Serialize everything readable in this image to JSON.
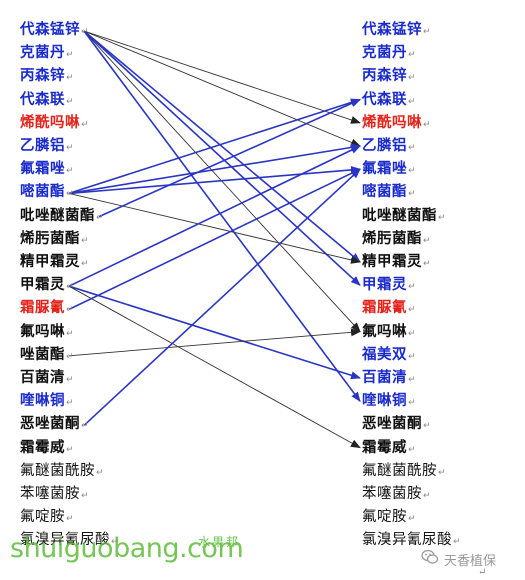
{
  "colors": {
    "blue": "#1a2bcc",
    "red": "#e4241b",
    "black": "#111111",
    "arrow_blue": "#2a35c4",
    "arrow_black": "#333333"
  },
  "left_column": [
    {
      "label": "代森锰锌",
      "color": "blue"
    },
    {
      "label": "克菌丹",
      "color": "blue"
    },
    {
      "label": "丙森锌",
      "color": "blue"
    },
    {
      "label": "代森联",
      "color": "blue"
    },
    {
      "label": "烯酰吗啉",
      "color": "red"
    },
    {
      "label": "乙膦铝",
      "color": "blue"
    },
    {
      "label": "氟霜唑",
      "color": "blue"
    },
    {
      "label": "嘧菌酯",
      "color": "blue"
    },
    {
      "label": "吡唑醚菌酯",
      "color": "black"
    },
    {
      "label": "烯肟菌酯",
      "color": "black"
    },
    {
      "label": "精甲霜灵",
      "color": "black"
    },
    {
      "label": "甲霜灵",
      "color": "black"
    },
    {
      "label": "霜脲氰",
      "color": "red"
    },
    {
      "label": "氟吗啉",
      "color": "black"
    },
    {
      "label": "唑菌酯",
      "color": "black"
    },
    {
      "label": "百菌清",
      "color": "black"
    },
    {
      "label": "喹啉铜",
      "color": "blue"
    },
    {
      "label": "恶唑菌酮",
      "color": "black"
    },
    {
      "label": "霜霉威",
      "color": "black"
    },
    {
      "label": "氟醚菌酰胺",
      "color": "black"
    },
    {
      "label": "苯噻菌胺",
      "color": "black"
    },
    {
      "label": "氟啶胺",
      "color": "black"
    },
    {
      "label": "氯溴异氰尿酸",
      "color": "black"
    }
  ],
  "right_column": [
    {
      "label": "代森锰锌",
      "color": "blue"
    },
    {
      "label": "克菌丹",
      "color": "blue"
    },
    {
      "label": "丙森锌",
      "color": "blue"
    },
    {
      "label": "代森联",
      "color": "blue"
    },
    {
      "label": "烯酰吗啉",
      "color": "red"
    },
    {
      "label": "乙膦铝",
      "color": "blue"
    },
    {
      "label": "氟霜唑",
      "color": "blue"
    },
    {
      "label": "嘧菌酯",
      "color": "blue"
    },
    {
      "label": "吡唑醚菌酯",
      "color": "black"
    },
    {
      "label": "烯肟菌酯",
      "color": "black"
    },
    {
      "label": "精甲霜灵",
      "color": "black"
    },
    {
      "label": "甲霜灵",
      "color": "blue"
    },
    {
      "label": "霜脲氰",
      "color": "red"
    },
    {
      "label": "氟吗啉",
      "color": "black"
    },
    {
      "label": "福美双",
      "color": "blue"
    },
    {
      "label": "百菌清",
      "color": "blue"
    },
    {
      "label": "喹啉铜",
      "color": "blue"
    },
    {
      "label": "恶唑菌酮",
      "color": "black"
    },
    {
      "label": "霜霉威",
      "color": "black"
    },
    {
      "label": "氟醚菌酰胺",
      "color": "black"
    },
    {
      "label": "苯噻菌胺",
      "color": "black"
    },
    {
      "label": "氟啶胺",
      "color": "black"
    },
    {
      "label": "氯溴异氰尿酸",
      "color": "black"
    }
  ],
  "links": [
    {
      "from": 0,
      "to": 5,
      "color": "arrow_black"
    },
    {
      "from": 0,
      "to": 10,
      "color": "arrow_blue"
    },
    {
      "from": 0,
      "to": 11,
      "color": "arrow_blue"
    },
    {
      "from": 0,
      "to": 13,
      "color": "arrow_black"
    },
    {
      "from": 0,
      "to": 16,
      "color": "arrow_blue"
    },
    {
      "from": 0,
      "to": 4,
      "color": "arrow_black"
    },
    {
      "from": 7,
      "to": 3,
      "color": "arrow_blue"
    },
    {
      "from": 7,
      "to": 5,
      "color": "arrow_blue"
    },
    {
      "from": 7,
      "to": 6,
      "color": "arrow_blue"
    },
    {
      "from": 7,
      "to": 10,
      "color": "arrow_black"
    },
    {
      "from": 8,
      "to": 3,
      "color": "arrow_blue"
    },
    {
      "from": 11,
      "to": 5,
      "color": "arrow_blue"
    },
    {
      "from": 11,
      "to": 15,
      "color": "arrow_blue"
    },
    {
      "from": 11,
      "to": 18,
      "color": "arrow_black"
    },
    {
      "from": 12,
      "to": 6,
      "color": "arrow_blue"
    },
    {
      "from": 14,
      "to": 13,
      "color": "arrow_black"
    },
    {
      "from": 17,
      "to": 6,
      "color": "arrow_blue"
    }
  ],
  "watermark": {
    "site_url": "shuiguobang.com",
    "site_name_cn": "水果邦",
    "account_name": "天香植保"
  }
}
